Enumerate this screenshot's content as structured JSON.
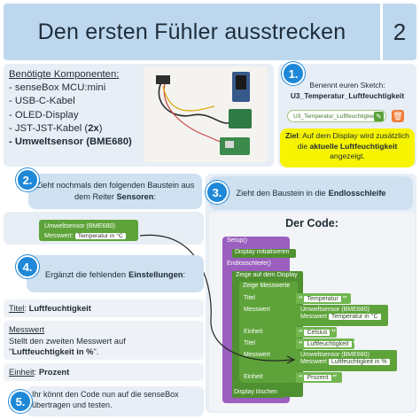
{
  "header": {
    "title": "Den ersten Fühler ausstrecken",
    "number": "2"
  },
  "components": {
    "heading": "Benötigte Komponenten:",
    "items": [
      "- senseBox MCU:mini",
      "- USB-C-Kabel",
      "- OLED-Display",
      "- JST-JST-Kabel (",
      "2x",
      ")",
      "- Umweltsensor (BME680)"
    ]
  },
  "step1": {
    "badge": "1.",
    "line1": "Benennt euren Sketch:",
    "sketch_name": "U3_Temperatur_Luftfeuchtigkeit",
    "pill_text": "U3_Temperatur_Luftfeuchtigkeit",
    "goal_label": "Ziel",
    "goal_text_1": ": Auf dem Display wird zusätzlich die ",
    "goal_bold": "aktuelle Luftfeuchtigkeit",
    "goal_text_2": " angezeigt."
  },
  "step2": {
    "badge": "2.",
    "text_1": "Zieht nochmals den folgenden Baustein aus dem Reiter ",
    "text_bold": "Sensoren",
    "text_2": ":",
    "block_title": "Umweltsensor (BME680)",
    "block_row_label": "Messwert:",
    "block_row_value": "Temperatur in °C"
  },
  "step3": {
    "badge": "3.",
    "text": "Zieht den Baustein in die",
    "text_bold": "Endlosschleife",
    "code_title": "Der Code:",
    "blocks": {
      "setup": "Setup()",
      "display_init": "Display initialisieren",
      "loop": "Endlosschleife()",
      "show_display": "Zeige auf dem Display",
      "show_values": "Zeige Messwerte",
      "titel_1": "Titel",
      "titel_1_value": "Temperatur",
      "messwert_1": "Messwert",
      "sensor_1": "Umweltsensor (BME680)",
      "sensor_1_row": "Messwert",
      "sensor_1_value": "Temperatur in °C",
      "einheit_1": "Einheit",
      "einheit_1_value": "Celsius",
      "titel_2": "Titel",
      "titel_2_value": "Luftfeuchtigkeit",
      "messwert_2": "Messwert",
      "sensor_2": "Umweltsensor (BME680)",
      "sensor_2_row": "Messwert",
      "sensor_2_value": "Luftfeuchtigkeit in %",
      "einheit_2": "Einheit",
      "einheit_2_value": "Prozent",
      "display_clear": "Display löschen"
    }
  },
  "step4": {
    "badge": "4.",
    "text": "Ergänzt die fehlenden",
    "text_bold": "Einstellungen",
    "text_end": ":",
    "title_label": "Titel",
    "title_value": "Luftfeuchtigkeit",
    "messwert_label": "Messwert",
    "messwert_text_1": "Stellt den zweiten Messwert auf",
    "messwert_bold": "Luftfeuchtigkeit in %",
    "einheit_label": "Einheit",
    "einheit_value": "Prozent"
  },
  "step5": {
    "badge": "5.",
    "text": "Ihr könnt den Code nun auf die senseBox übertragen und testen."
  },
  "colors": {
    "blue_bubble": "#cfe0f1",
    "badge": "#1f88d8",
    "goal_yellow": "#f7f400",
    "block_green": "#5ea33a",
    "block_purple": "#9a5fbf"
  }
}
